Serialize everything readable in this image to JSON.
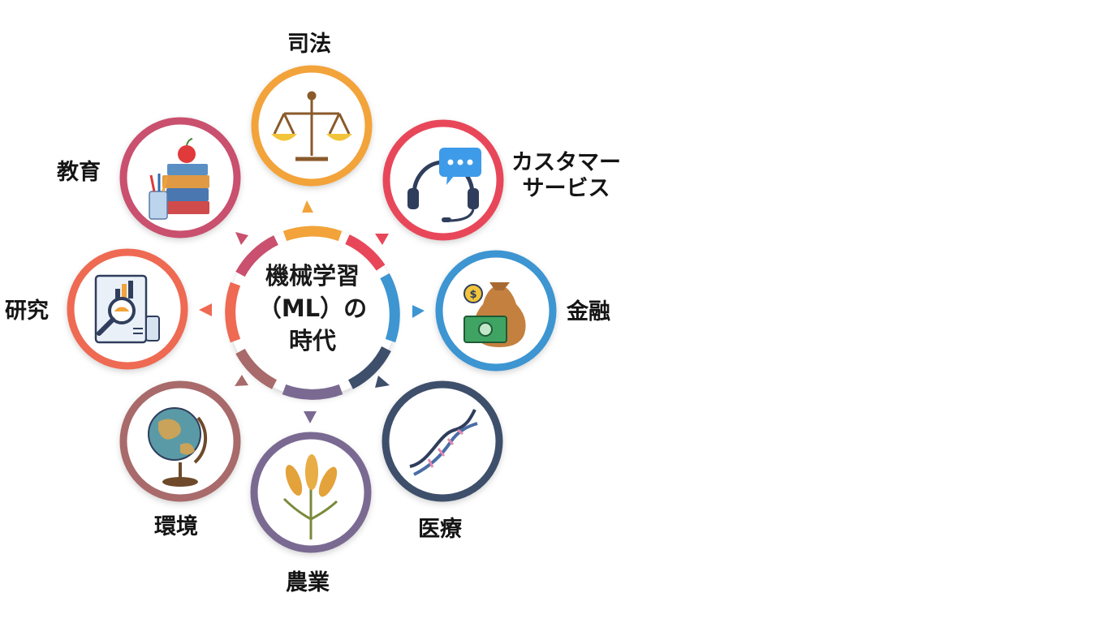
{
  "center": {
    "line1": "機械学習",
    "line2": "（ML）の",
    "line3": "時代"
  },
  "nodes": {
    "justice": {
      "label": "司法",
      "color": "#f2a33a",
      "icon": "scales-icon"
    },
    "customer": {
      "label_line1": "カスタマー",
      "label_line2": "サービス",
      "color": "#e8475a",
      "icon": "headset-chat-icon"
    },
    "finance": {
      "label": "金融",
      "color": "#3d95d1",
      "icon": "money-bag-icon"
    },
    "medical": {
      "label": "医療",
      "color": "#3e4f6b",
      "icon": "dna-icon"
    },
    "agriculture": {
      "label": "農業",
      "color": "#7a6a92",
      "icon": "wheat-icon"
    },
    "environment": {
      "label": "環境",
      "color": "#a86a6a",
      "icon": "globe-icon"
    },
    "research": {
      "label": "研究",
      "color": "#ee6a52",
      "icon": "report-magnifier-icon"
    },
    "education": {
      "label": "教育",
      "color": "#c9506e",
      "icon": "books-apple-icon"
    }
  }
}
